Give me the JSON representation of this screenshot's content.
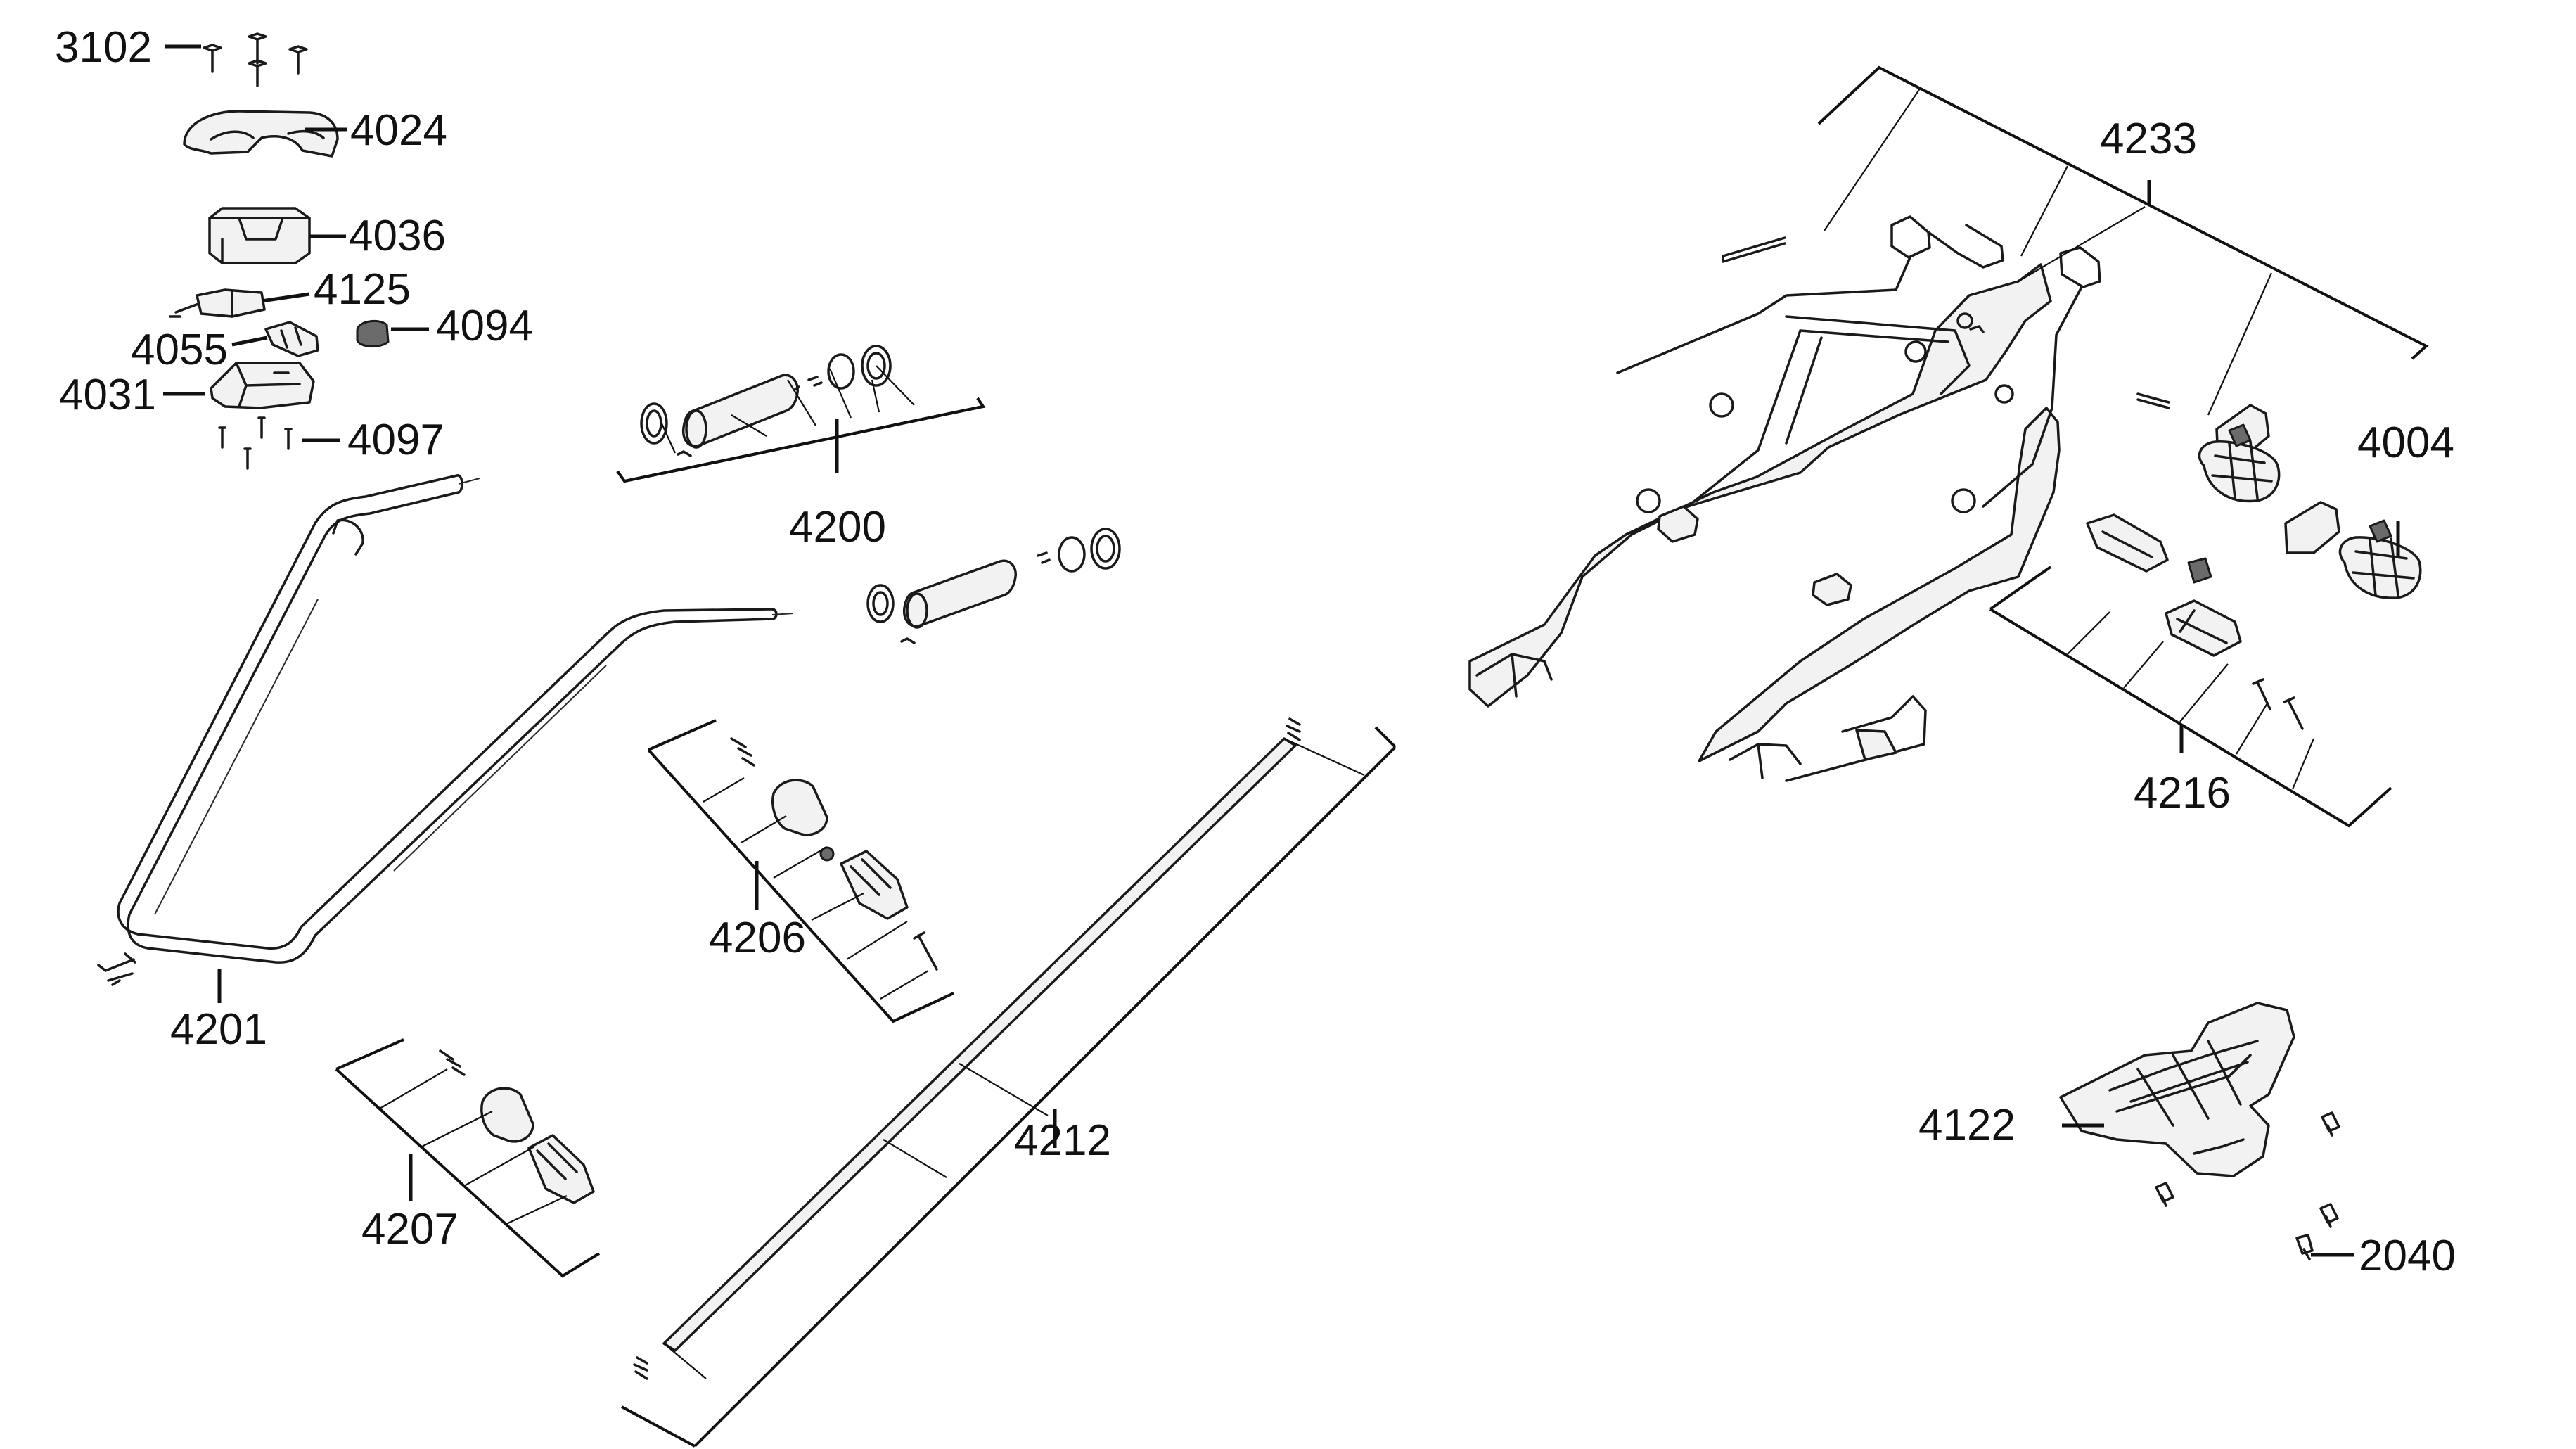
{
  "diagram": {
    "type": "exploded-parts-diagram",
    "line_color": "#111111",
    "background": "#ffffff",
    "labels": {
      "p3102": "3102",
      "p4024": "4024",
      "p4036": "4036",
      "p4125": "4125",
      "p4094": "4094",
      "p4055": "4055",
      "p4031": "4031",
      "p4097": "4097",
      "p4200": "4200",
      "p4201": "4201",
      "p4206": "4206",
      "p4207": "4207",
      "p4212": "4212",
      "p4233": "4233",
      "p4004": "4004",
      "p4216": "4216",
      "p4122": "4122",
      "p2040": "2040"
    }
  }
}
